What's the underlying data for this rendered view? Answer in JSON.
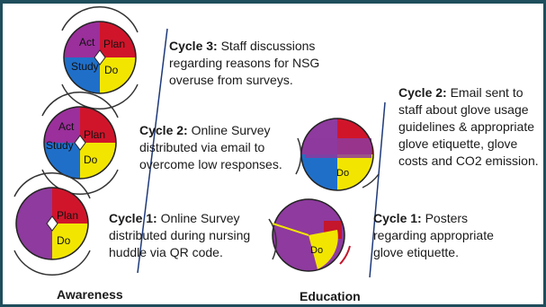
{
  "colors": {
    "act": "#9b2f9b",
    "plan": "#d0152b",
    "study": "#1f6fc9",
    "do": "#f2e600",
    "purple_dominant": "#8e3a9e",
    "arrow": "#1f3a7a",
    "frame": "#1f4e5c"
  },
  "pdsa": {
    "act": "Act",
    "plan": "Plan",
    "study": "Study",
    "do": "Do"
  },
  "awareness": {
    "label": "Awareness",
    "cycle3": {
      "title": "Cycle 3:",
      "body": " Staff discussions regarding reasons for NSG overuse from surveys."
    },
    "cycle2": {
      "title": "Cycle 2:",
      "body": " Online Survey distributed via email to overcome low responses."
    },
    "cycle1": {
      "title": "Cycle 1:",
      "body": " Online Survey distributed during nursing huddle via QR code."
    }
  },
  "education": {
    "label": "Education",
    "cycle2": {
      "title": "Cycle 2:",
      "body": " Email sent to staff about glove usage guidelines & appropriate glove etiquette, glove costs and CO2 emission."
    },
    "cycle1": {
      "title": "Cycle 1:",
      "body": " Posters regarding appropriate glove etiquette."
    }
  }
}
